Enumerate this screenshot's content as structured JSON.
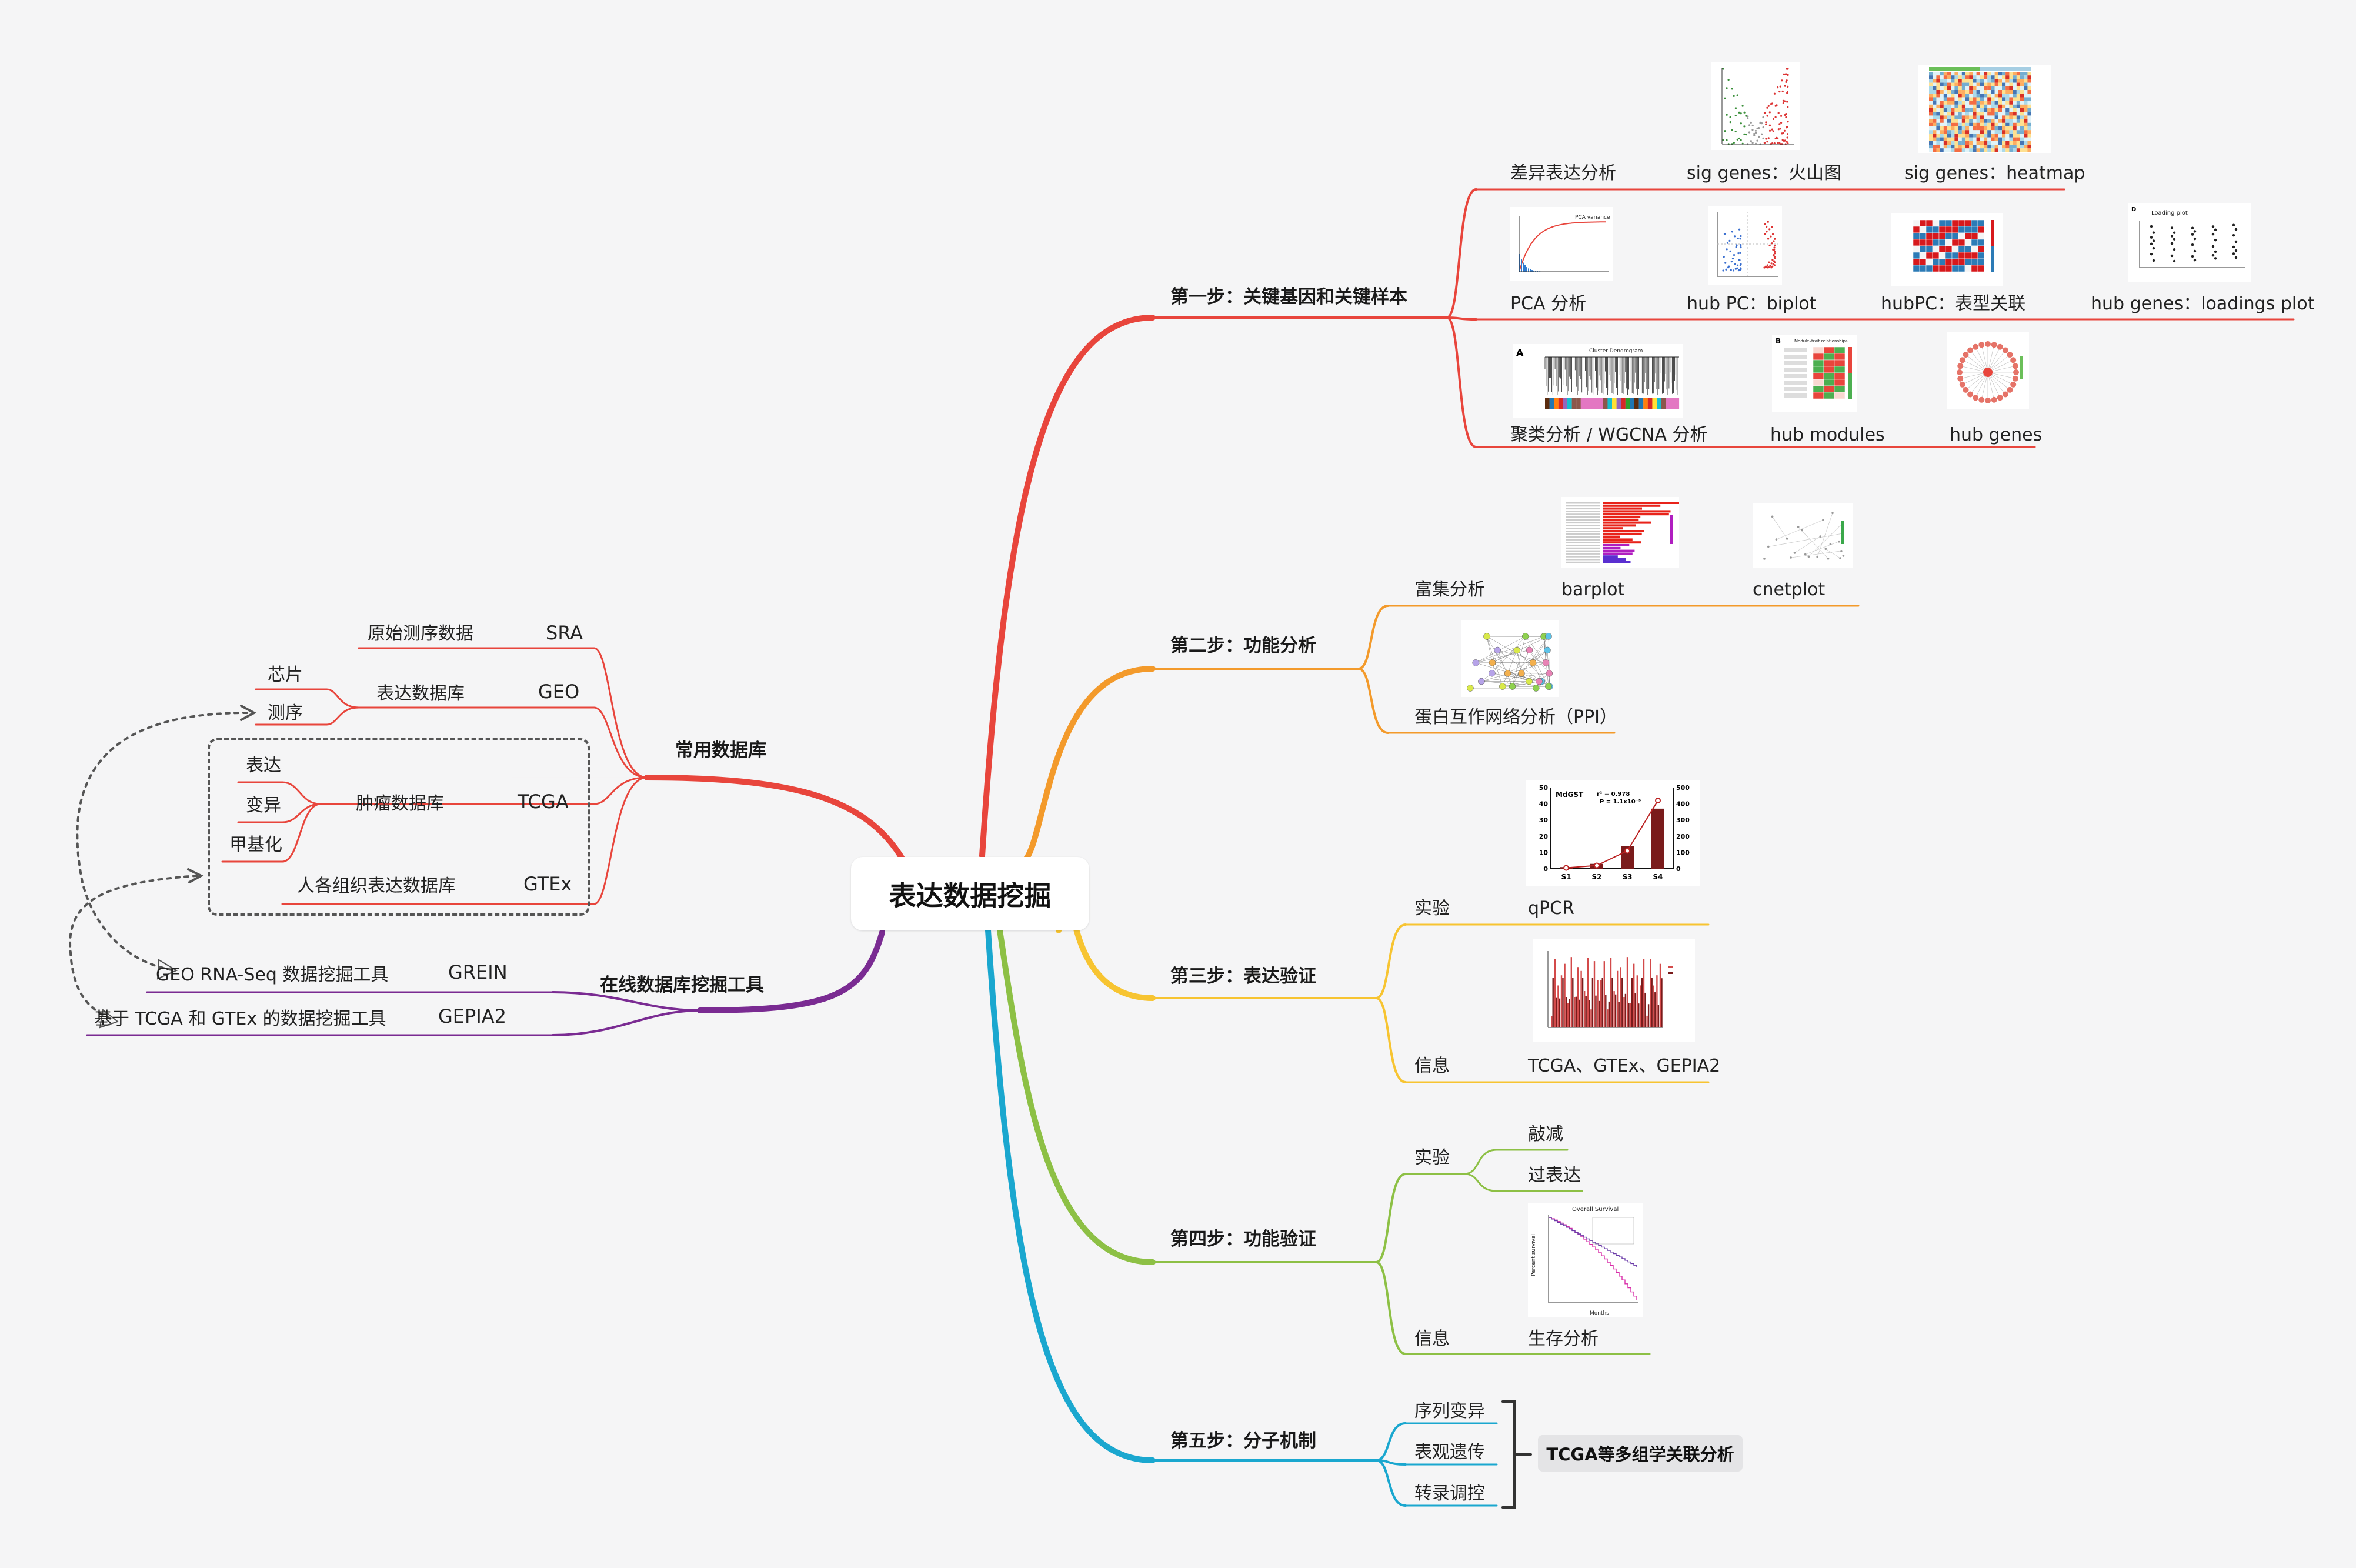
{
  "root": "表达数据挖掘",
  "colors": {
    "step1": "#e8453c",
    "step2": "#f39a2b",
    "step3": "#f7c431",
    "step4": "#8dc045",
    "step5": "#1aa7cf",
    "common_db": "#e8453c",
    "online_tools": "#7a2b92"
  },
  "steps": [
    {
      "label": "第一步：关键基因和关键样本",
      "rows": [
        {
          "label": "差异表达分析",
          "items": [
            "sig genes：火山图",
            "sig genes：heatmap"
          ]
        },
        {
          "label": "PCA 分析",
          "items": [
            "hub PC：biplot",
            "hubPC：表型关联",
            "hub genes：loadings plot"
          ]
        },
        {
          "label": "聚类分析 / WGCNA 分析",
          "items": [
            "hub modules",
            "hub genes"
          ]
        }
      ]
    },
    {
      "label": "第二步：功能分析",
      "rows": [
        {
          "label": "富集分析",
          "items": [
            "barplot",
            "cnetplot"
          ]
        },
        {
          "label": "蛋白互作网络分析（PPI）",
          "items": []
        }
      ]
    },
    {
      "label": "第三步：表达验证",
      "rows": [
        {
          "label": "实验",
          "items": [
            "qPCR"
          ]
        },
        {
          "label": "信息",
          "items": [
            "TCGA、GTEx、GEPIA2"
          ]
        }
      ]
    },
    {
      "label": "第四步：功能验证",
      "rows": [
        {
          "label": "实验",
          "items": [
            "敲减",
            "过表达"
          ]
        },
        {
          "label": "信息",
          "items": [
            "生存分析"
          ]
        }
      ]
    },
    {
      "label": "第五步：分子机制",
      "rows": [
        {
          "label": "序列变异",
          "items": []
        },
        {
          "label": "表观遗传",
          "items": []
        },
        {
          "label": "转录调控",
          "items": []
        }
      ],
      "summary": "TCGA等多组学关联分析"
    }
  ],
  "left": {
    "common_db": {
      "label": "常用数据库",
      "dbs": [
        {
          "name": "SRA",
          "desc": "原始测序数据"
        },
        {
          "name": "GEO",
          "desc": "表达数据库",
          "sub": [
            "芯片",
            "测序"
          ]
        },
        {
          "name": "TCGA",
          "desc": "肿瘤数据库",
          "sub": [
            "表达",
            "变异",
            "甲基化"
          ]
        },
        {
          "name": "GTEx",
          "desc": "人各组织表达数据库"
        }
      ]
    },
    "online_tools": {
      "label": "在线数据库挖掘工具",
      "tools": [
        {
          "name": "GREIN",
          "desc": "GEO RNA-Seq 数据挖掘工具"
        },
        {
          "name": "GEPIA2",
          "desc": "基于 TCGA 和 GTEx 的数据挖掘工具"
        }
      ]
    }
  },
  "thumbnails": {
    "qpcr": {
      "label": "MdGST",
      "stats": "r² = 0.978\nP = 1.1x10⁻⁵",
      "x": [
        "S1",
        "S2",
        "S3",
        "S4"
      ],
      "bars": [
        1,
        3,
        14,
        37
      ],
      "line": [
        5,
        20,
        110,
        420
      ],
      "y_left": [
        0,
        10,
        20,
        30,
        40,
        50
      ],
      "y_right": [
        0,
        100,
        200,
        300,
        400,
        500
      ]
    },
    "survival_title": "Overall Survival",
    "survival_xlabel": "Months",
    "survival_ylabel": "Percent survival",
    "wgcna_title": "Cluster Dendrogram",
    "wgcna_tag": "A",
    "modules_tag": "B",
    "modules_title": "Module–trait relationships",
    "loadings_title": "Loading plot",
    "pca_title": "PCA variance"
  }
}
